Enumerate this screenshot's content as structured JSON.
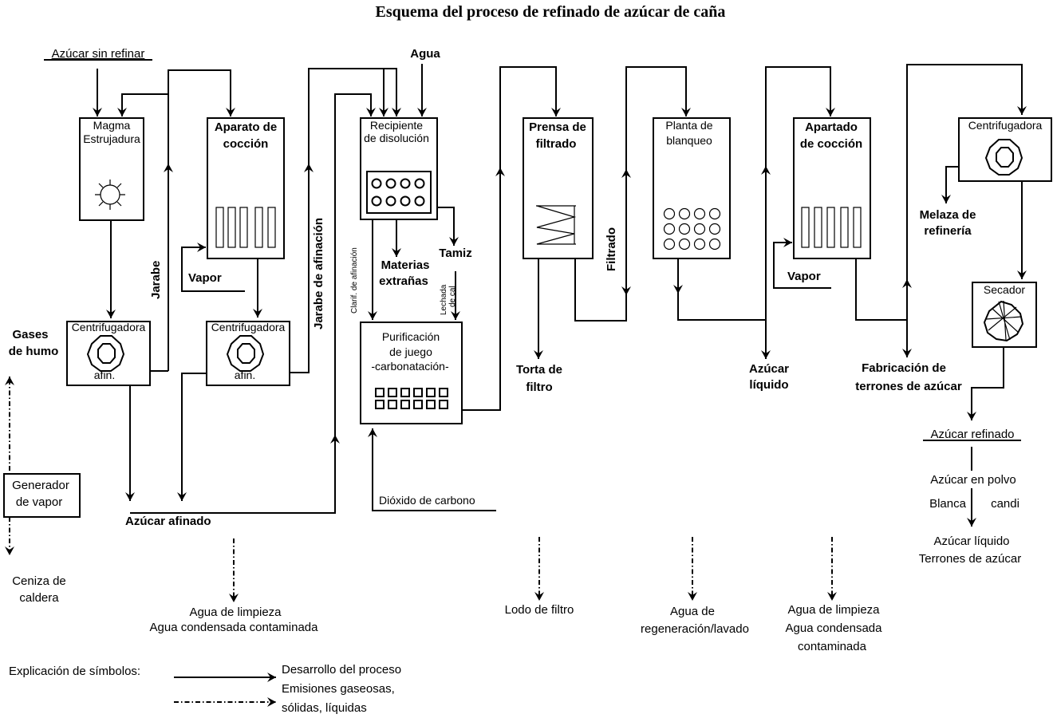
{
  "title": "Esquema del proceso de refinado de azúcar de caña",
  "inputs": {
    "raw_sugar": "Azúcar sin refinar",
    "water": "Agua",
    "carbon_dioxide": "Dióxido de carbono"
  },
  "units": {
    "magma": [
      "Magma",
      "Estrujadura"
    ],
    "cooker1": [
      "Aparato de",
      "cocción"
    ],
    "centrifuge1": [
      "Centrifugadora",
      "afin."
    ],
    "centrifuge2": [
      "Centrifugadora",
      "afin."
    ],
    "dissolver": [
      "Recipiente",
      "de disolución"
    ],
    "purification": [
      "Purificación",
      "de juego",
      "-carbonatación-"
    ],
    "filter_press": [
      "Prensa de",
      "filtrado"
    ],
    "bleaching": [
      "Planta de",
      "blanqueo"
    ],
    "cooker2": [
      "Apartado",
      "de cocción"
    ],
    "centrifuge3": "Centrifugadora",
    "dryer": "Secador",
    "steam_generator": [
      "Generador",
      "de vapor"
    ]
  },
  "flow_labels": {
    "syrup": "Jarabe",
    "affination_syrup": "Jarabe de afinación",
    "steam1": "Vapor",
    "steam2": "Vapor",
    "affined_sugar": "Azúcar afinado",
    "foreign_matter": [
      "Materias",
      "extrañas"
    ],
    "sieve": "Tamiz",
    "affination_clarif": "Clarif. de afinación",
    "milk_of_lime": [
      "Lechada",
      "de cal"
    ],
    "filter_cake": [
      "Torta de",
      "filtro"
    ],
    "filtrate": "Filtrado",
    "liquid_sugar": [
      "Azúcar",
      "líquido"
    ],
    "sugar_cube_making": [
      "Fabricación de",
      "terrones de azúcar"
    ],
    "refinery_molasses": [
      "Melaza de",
      "refinería"
    ],
    "flue_gases": [
      "Gases",
      "de humo"
    ]
  },
  "products": {
    "refined_sugar": "Azúcar refinado",
    "powdered": "Azúcar en polvo",
    "white": "Blanca",
    "candy": "candi",
    "liquid": "Azúcar líquido",
    "cubes": "Terrones de azúcar"
  },
  "emissions": {
    "boiler_ash": [
      "Ceniza de",
      "caldera"
    ],
    "wash_water1": [
      "Agua de limpieza",
      "Agua condensada contaminada"
    ],
    "filter_mud": "Lodo de filtro",
    "regen_water": [
      "Agua de",
      "regeneración/lavado"
    ],
    "wash_water2": [
      "Agua de limpieza",
      "Agua condensada",
      "contaminada"
    ]
  },
  "legend": {
    "heading": "Explicación de símbolos:",
    "process": "Desarrollo del proceso",
    "emissions": [
      "Emisiones gaseosas,",
      "sólidas, líquidas"
    ]
  }
}
